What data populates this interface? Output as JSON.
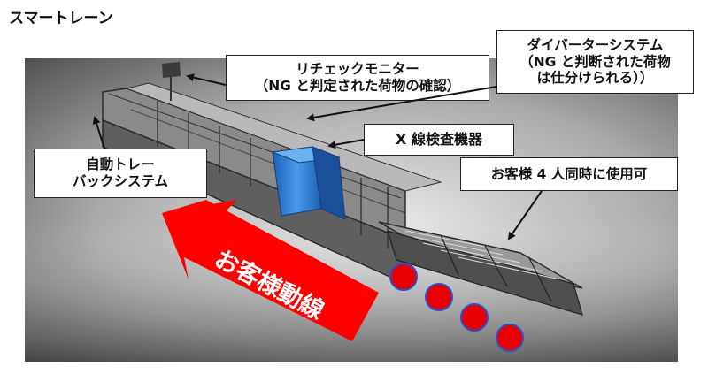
{
  "title": "スマートレーン",
  "labels": {
    "recheck": {
      "line1": "リチェックモニター",
      "line2": "（NG と判定された荷物の確認）"
    },
    "diverter": {
      "line1": "ダイバーターシステム",
      "line2": "（NG と判断された荷物",
      "line3": "は仕分けられる））"
    },
    "xray": {
      "line1": "X 線検査機器"
    },
    "customers": {
      "line1": "お客様 4 人同時に使用可"
    },
    "trayback": {
      "line1": "自動トレー",
      "line2": "バックシステム"
    }
  },
  "flow_arrow": {
    "text": "お客様動線",
    "color": "#ff0000"
  },
  "position_markers": {
    "count": 4,
    "color": "#e60000"
  },
  "colors": {
    "arrow": "#ff0000",
    "marker": "#e60000",
    "marker_border": "#2a4fd0",
    "xray": "#2f7fd6"
  }
}
